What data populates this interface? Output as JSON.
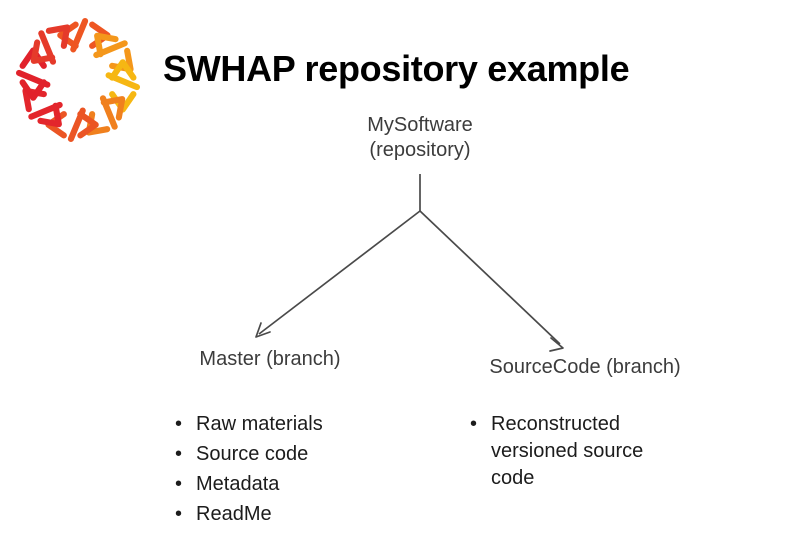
{
  "header": {
    "title": "SWHAP repository example",
    "logo": {
      "name": "software-heritage-logo",
      "colors": {
        "red": "#E3262C",
        "crimson": "#E12A33",
        "orange_red": "#EE5622",
        "orange": "#F07C1E",
        "amber": "#F5A01B",
        "gold": "#F6B713"
      }
    }
  },
  "diagram": {
    "type": "tree",
    "edge_color": "#4a4a4a",
    "root": {
      "name": "repository-node",
      "line1": "MySoftware",
      "line2": "(repository)"
    },
    "branches": [
      {
        "name": "master-branch",
        "label": "Master (branch)",
        "items": [
          "Raw materials",
          "Source code",
          "Metadata",
          "ReadMe"
        ]
      },
      {
        "name": "sourcecode-branch",
        "label": "SourceCode (branch)",
        "items": [
          "Reconstructed versioned source code"
        ]
      }
    ]
  }
}
